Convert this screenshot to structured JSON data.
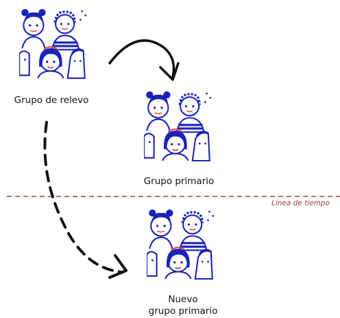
{
  "groups": {
    "relief": {
      "label": "Grupo de relevo",
      "icon": "people-illustration-icon"
    },
    "primary": {
      "label": "Grupo primario",
      "icon": "people-illustration-icon"
    },
    "new_primary": {
      "label_line1": "Nuevo",
      "label_line2": "grupo primario",
      "icon": "people-illustration-icon"
    }
  },
  "timeline": {
    "label": "Línea de tiempo",
    "color": "#a0403c"
  },
  "colors": {
    "ink": "#1b22b8",
    "accent": "#e5484d",
    "arrow": "#111111"
  }
}
